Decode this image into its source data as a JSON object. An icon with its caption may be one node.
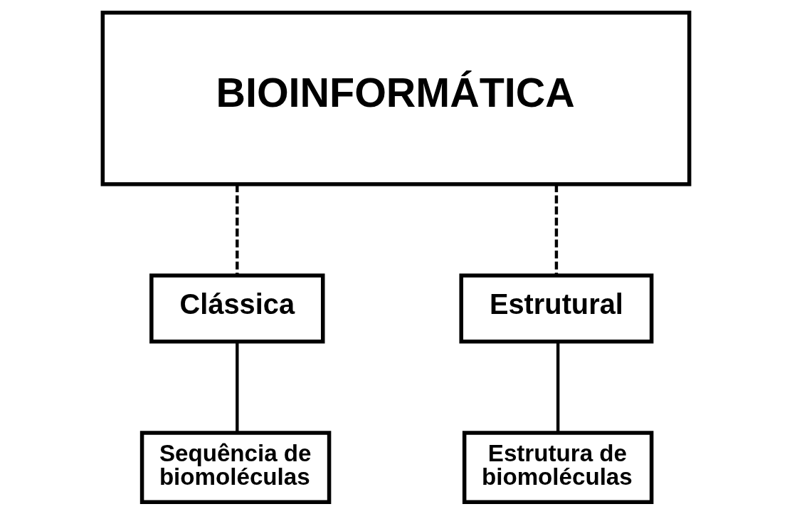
{
  "diagram": {
    "nodes": [
      {
        "text": [
          "BIOINFORMÁTICA"
        ]
      },
      {
        "text": [
          "Clássica"
        ]
      },
      {
        "text": [
          "Estrutural"
        ]
      },
      {
        "text": [
          "Sequência de biomoléculas"
        ]
      },
      {
        "text": [
          "Estrutura de biomoléculas"
        ]
      }
    ],
    "edges": [
      {
        "from": 0,
        "to": 1,
        "arrow": "none",
        "style": "dashed"
      },
      {
        "from": 0,
        "to": 2,
        "arrow": "none",
        "style": "dashed"
      },
      {
        "from": 1,
        "to": 3,
        "arrow": "none"
      },
      {
        "from": 2,
        "to": 4,
        "arrow": "none"
      }
    ]
  }
}
